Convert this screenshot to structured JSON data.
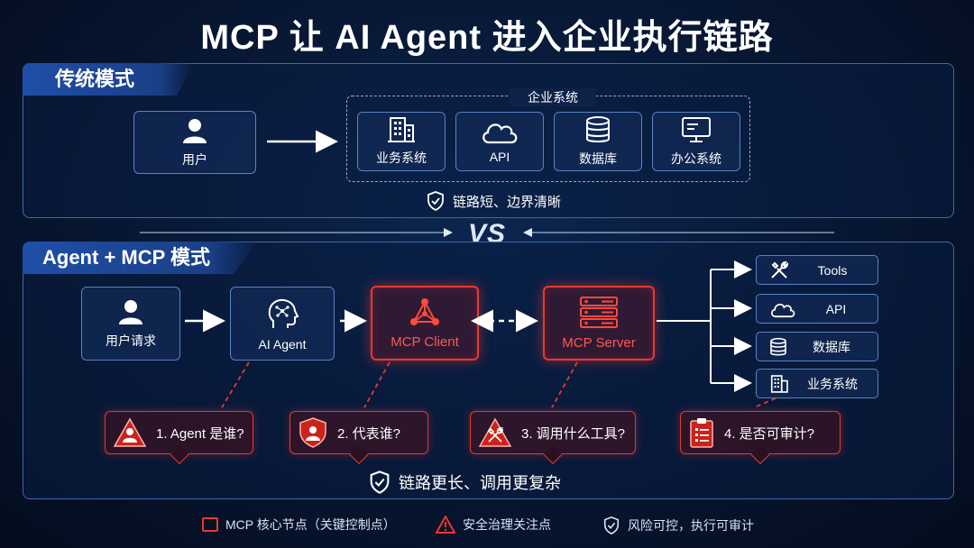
{
  "title": "MCP 让 AI Agent 进入企业执行链路",
  "traditional": {
    "tag": "传统模式",
    "user": "用户",
    "group_title": "企业系统",
    "systems": [
      "业务系统",
      "API",
      "数据库",
      "办公系统"
    ],
    "note": "链路短、边界清晰"
  },
  "vs": "VS",
  "agent_mode": {
    "tag": "Agent + MCP 模式",
    "nodes": {
      "user_request": "用户请求",
      "ai_agent": "AI Agent",
      "mcp_client": "MCP Client",
      "mcp_server": "MCP Server"
    },
    "tools": [
      "Tools",
      "API",
      "数据库",
      "业务系统"
    ],
    "questions": [
      "1. Agent 是谁?",
      "2. 代表谁?",
      "3. 调用什么工具?",
      "4. 是否可审计?"
    ],
    "note": "链路更长、调用更复杂"
  },
  "legend": {
    "core_node": "MCP 核心节点（关键控制点）",
    "risk_point": "安全治理关注点",
    "controllable": "风险可控，执行可审计"
  },
  "colors": {
    "accent_red": "#e8392f",
    "border_blue": "#5b82c0",
    "background": "#071631"
  }
}
